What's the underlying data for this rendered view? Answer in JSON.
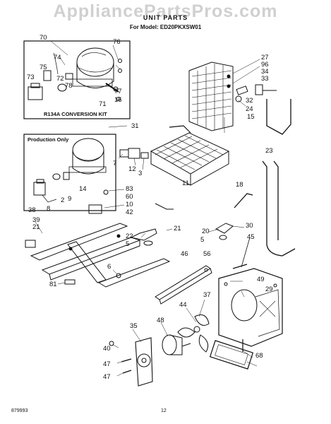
{
  "header": {
    "watermark": "AppliancePartsPros.com",
    "title": "UNIT PARTS",
    "model_line": "For Model: ED20PKXSW01"
  },
  "boxes": {
    "r134a_label": "R134A CONVERSION KIT",
    "production_label": "Production Only"
  },
  "footer": {
    "code": "879993",
    "page": "12"
  },
  "callouts": [
    "70",
    "76",
    "74",
    "75",
    "72",
    "73",
    "78",
    "77",
    "71",
    "16",
    "31",
    "27",
    "96",
    "34",
    "33",
    "32",
    "24",
    "15",
    "7",
    "12",
    "3",
    "11",
    "14",
    "2",
    "9",
    "8",
    "38",
    "23",
    "18",
    "83",
    "60",
    "10",
    "42",
    "39",
    "21",
    "22",
    "5",
    "21",
    "20",
    "5",
    "30",
    "45",
    "46",
    "56",
    "6",
    "81",
    "49",
    "29",
    "37",
    "44",
    "48",
    "35",
    "40",
    "47",
    "47",
    "68"
  ],
  "colors": {
    "ink": "#111111",
    "watermark": "#aaaaaa"
  }
}
